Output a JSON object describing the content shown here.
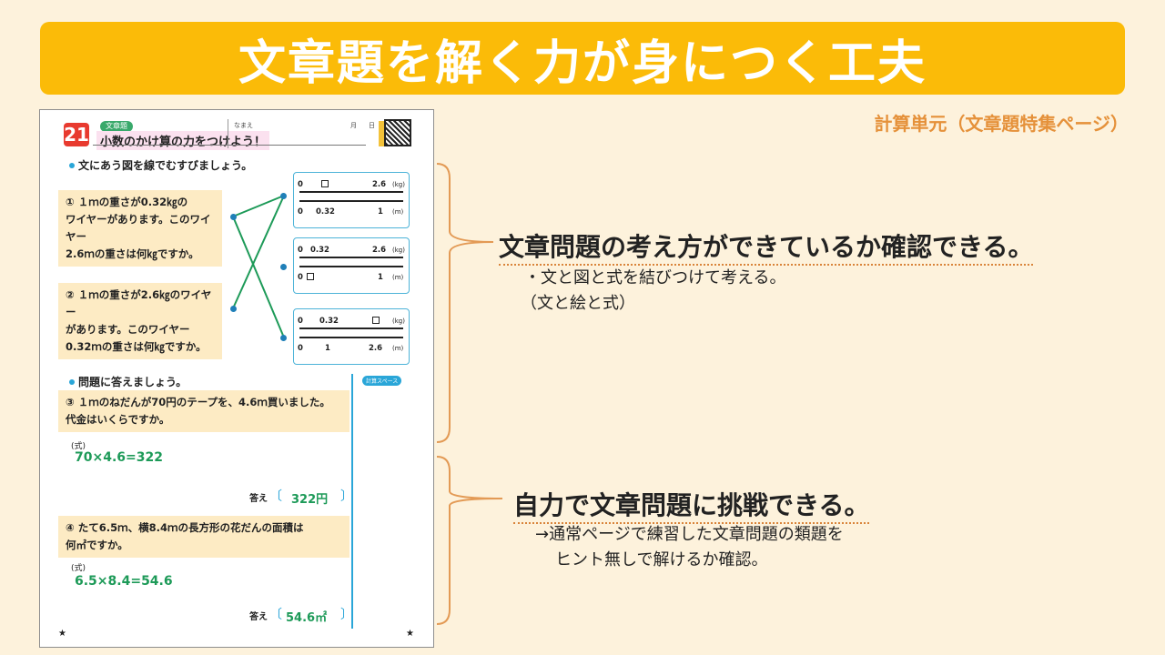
{
  "slide": {
    "title": "文章題を解く力が身につく工夫",
    "caption": "計算単元（文章題特集ページ）"
  },
  "worksheet": {
    "number": "21",
    "tag": "文章題",
    "title": "小数のかけ算の力をつけよう！",
    "name_label": "なまえ",
    "month_label": "月",
    "day_label": "日",
    "instruction1": "文にあう図を線でむすびましょう。",
    "q1_line1": "① １ｍの重さが0.32㎏の",
    "q1_line2": "ワイヤーがあります。このワイヤー",
    "q1_line3": "2.6ｍの重さは何㎏ですか。",
    "q2_line1": "② １ｍの重さが2.6㎏のワイヤー",
    "q2_line2": "があります。このワイヤー",
    "q2_line3": "0.32ｍの重さは何㎏ですか。",
    "diagrams": [
      {
        "top_left": "0",
        "top_right": "2.6",
        "top_unit": "(kg)",
        "bottom_left": "0",
        "bottom_mid": "0.32",
        "bottom_right": "1",
        "bottom_unit": "(m)"
      },
      {
        "top_left": "0",
        "top_mid": "0.32",
        "top_right": "2.6",
        "top_unit": "(kg)",
        "bottom_left": "0",
        "bottom_right": "1",
        "bottom_unit": "(m)"
      },
      {
        "top_left": "0",
        "top_mid": "0.32",
        "top_unit": "(kg)",
        "bottom_left": "0",
        "bottom_mid": "1",
        "bottom_right": "2.6",
        "bottom_unit": "(m)"
      }
    ],
    "instruction2": "問題に答えましょう。",
    "calc_space": "計算スペース",
    "q3_line1": "③ １ｍのねだんが70円のテープを、4.6ｍ買いました。",
    "q3_line2": "代金はいくらですか。",
    "siki_label": "(式)",
    "q3_formula": "70×4.6=322",
    "answer_label": "答え",
    "q3_answer": "322円",
    "q4_line1": "④ たて6.5ｍ、横8.4ｍの長方形の花だんの面積は",
    "q4_line2": "何㎡ですか。",
    "q4_formula": "6.5×8.4=54.6",
    "q4_answer": "54.6㎡",
    "star": "★"
  },
  "annotations": {
    "point1": "文章問題の考え方ができているか確認できる。",
    "point1_sub1": "・文と図と式を結びつけて考える。",
    "point1_sub2": "（文と絵と式）",
    "point2": "自力で文章問題に挑戦できる。",
    "point2_sub1": "→通常ページで練習した文章問題の類題を",
    "point2_sub2": "ヒント無しで解けるか確認。"
  },
  "colors": {
    "banner": "#fbbb08",
    "accent": "#e5913a",
    "answer_green": "#1d9a58",
    "line_blue": "#2aa6d8",
    "brace": "#e39a55"
  }
}
